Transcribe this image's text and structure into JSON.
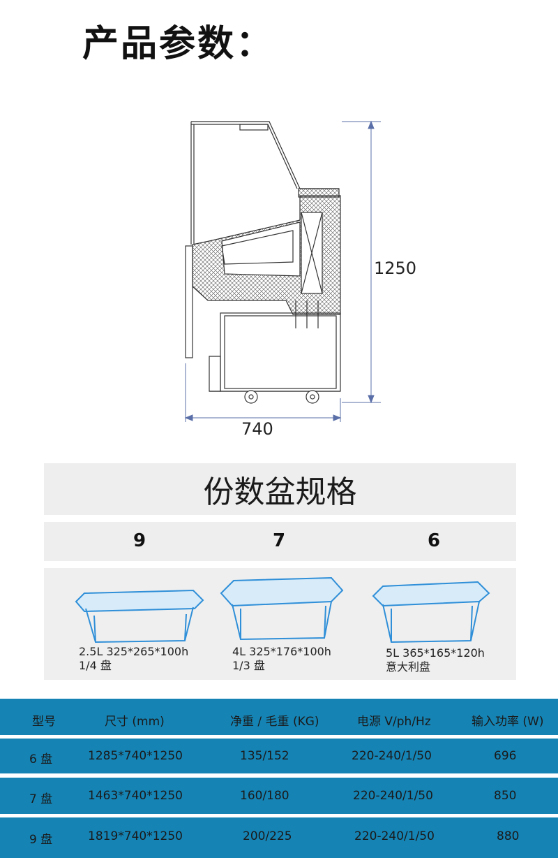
{
  "title": "产品参数：",
  "dimensions": {
    "height": "1250",
    "width": "740"
  },
  "pan_section": {
    "heading": "份数盆规格",
    "counts": [
      "9",
      "7",
      "6"
    ],
    "pans": [
      {
        "spec": "2.5L  325*265*100h",
        "size": "1/4 盘"
      },
      {
        "spec": "4L 325*176*100h",
        "size": "1/3 盘"
      },
      {
        "spec": "5L 365*165*120h",
        "size": "意大利盘"
      }
    ]
  },
  "table": {
    "headers": [
      "型号",
      "尺寸 (mm)",
      "净重 / 毛重 (KG)",
      "电源 V/ph/Hz",
      "输入功率 (W)"
    ],
    "rows": [
      [
        "6 盘",
        "1285*740*1250",
        "135/152",
        "220-240/1/50",
        "696"
      ],
      [
        "7 盘",
        "1463*740*1250",
        "160/180",
        "220-240/1/50",
        "850"
      ],
      [
        "9 盘",
        "1819*740*1250",
        "200/225",
        "220-240/1/50",
        "880"
      ]
    ]
  },
  "colors": {
    "table_bg": "#1584b5",
    "panel_bg": "#eeeeee",
    "pan_blue": "#2f8fd8"
  }
}
